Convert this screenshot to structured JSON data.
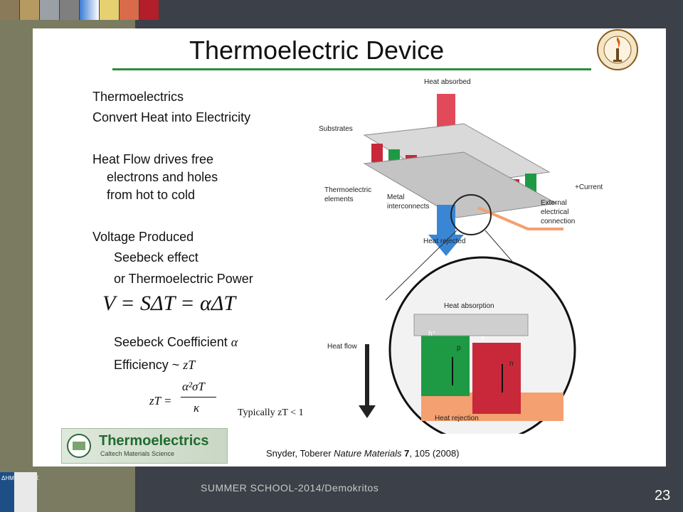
{
  "slide": {
    "title": "Thermoelectric Device",
    "bullets": {
      "thermoelectrics": "Thermoelectrics",
      "convert": "Convert Heat into Electricity",
      "heat_flow_1": "Heat Flow drives free",
      "heat_flow_2": "electrons and holes",
      "heat_flow_3": "from hot to cold",
      "voltage": "Voltage Produced",
      "seebeck_effect": "Seebeck effect",
      "thermo_power": "or Thermoelectric Power",
      "equation": "V = SΔT = αΔT",
      "seebeck_coeff_label": "Seebeck Coefficient",
      "seebeck_coeff_symbol": "α",
      "efficiency_label": "Efficiency ~",
      "efficiency_symbol": "zT",
      "zt_lhs": "zT =",
      "zt_numerator": "α²σT",
      "zt_denominator": "κ",
      "typically": "Typically zT < 1"
    },
    "diagram_labels": {
      "heat_absorbed": "Heat absorbed",
      "substrates": "Substrates",
      "thermoelectric_elements_1": "Thermoelectric",
      "thermoelectric_elements_2": "elements",
      "metal_interconnects_1": "Metal",
      "metal_interconnects_2": "interconnects",
      "current": "+Current",
      "external_1": "External",
      "external_2": "electrical",
      "external_3": "connection",
      "heat_rejected": "Heat rejected",
      "heat_flow": "Heat flow",
      "heat_absorption": "Heat absorption",
      "heat_rejection": "Heat rejection",
      "hole": "h⁺",
      "p": "p",
      "electron": "e⁻",
      "n": "n"
    },
    "logo": {
      "title": "Thermoelectrics",
      "subtitle": "Caltech Materials Science"
    },
    "citation": {
      "authors": "Snyder, Toberer",
      "journal": "Nature Materials",
      "volume": "7",
      "rest": ", 105 (2008)"
    }
  },
  "footer": {
    "text": "SUMMER SCHOOL-2014/Demokritos",
    "page_number": "23",
    "badge_text": "ΔΗΜΟΚΡΙΤΟΣ"
  },
  "colors": {
    "green_rule": "#2e8b3a",
    "p_leg": "#1e9a45",
    "n_leg": "#c8283a",
    "interconnect": "#f4a070"
  }
}
